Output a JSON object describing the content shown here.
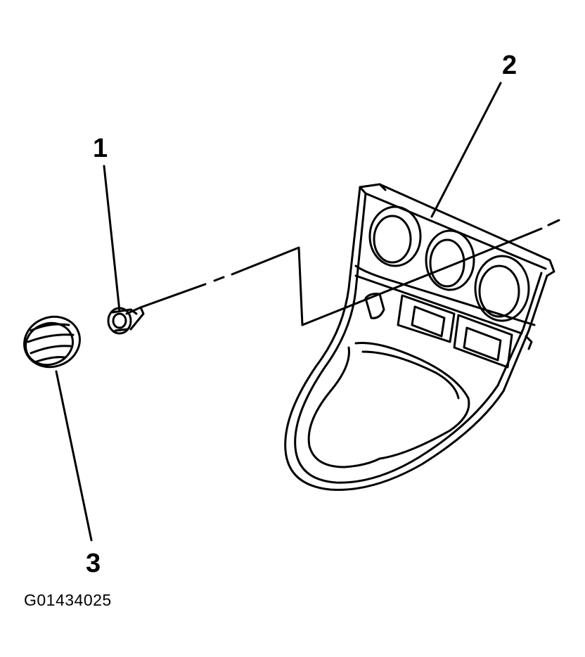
{
  "callouts": {
    "one": "1",
    "two": "2",
    "three": "3"
  },
  "figure_id": "G01434025",
  "colors": {
    "ink": "#000000",
    "background": "#ffffff"
  },
  "parts": [
    "screw-icon",
    "bezel-icon",
    "knob-icon"
  ]
}
